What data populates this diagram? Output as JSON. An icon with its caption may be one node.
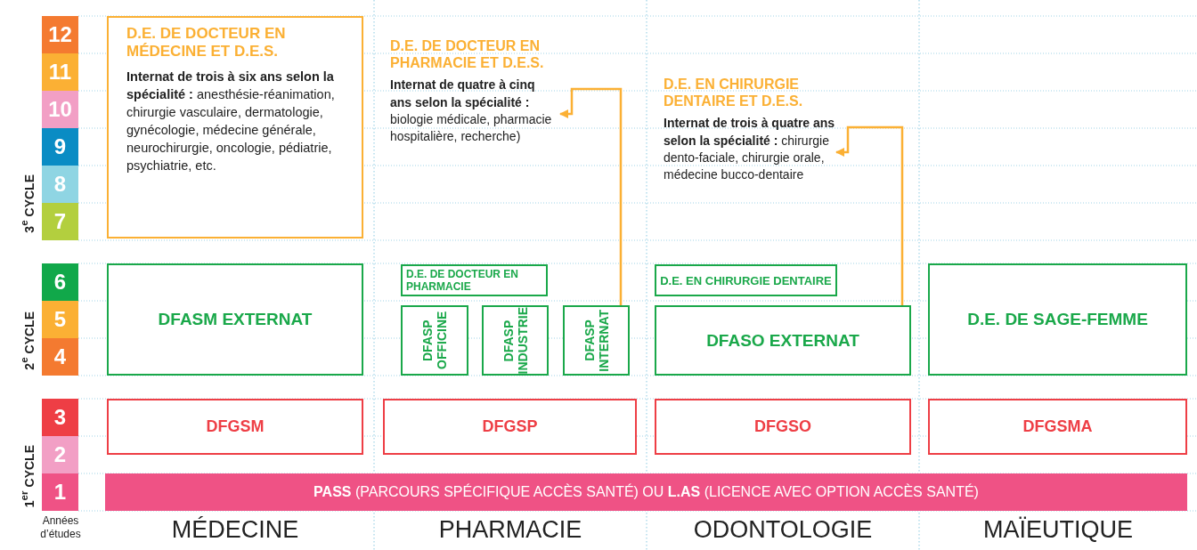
{
  "diagram": {
    "nodes": [
      {
        "text": [
          "12"
        ]
      },
      {
        "text": [
          "11"
        ]
      },
      {
        "text": [
          "10"
        ]
      },
      {
        "text": [
          "9"
        ]
      },
      {
        "text": [
          "8"
        ]
      },
      {
        "text": [
          "7"
        ]
      },
      {
        "text": [
          "D.E. DE DOCTEUR EN MÉDECINE ET D.E.S.",
          "**Internat de trois à six ans selon la spécialité :** anesthésie-réanimation, chirurgie vasculaire, dermatologie, gynécologie, médecine générale, neurochirurgie, oncologie, pédiatrie, psychiatrie, etc."
        ]
      },
      {
        "text": [
          "D.E. DE DOCTEUR EN PHARMACIE ET D.E.S.",
          "**Internat de quatre à cinq ans selon la spécialité :** biologie médicale, pharmacie hospitalière, recherche)"
        ]
      },
      {
        "text": [
          "D.E. EN CHIRURGIE DENTAIRE ET D.E.S.",
          "**Internat de trois à quatre ans selon la spécialité :** chirurgie dento-faciale, chirurgie orale, médecine bucco-dentaire"
        ]
      },
      {
        "text": [
          "6"
        ]
      },
      {
        "text": [
          "5"
        ]
      },
      {
        "text": [
          "4"
        ]
      },
      {
        "text": [
          "DFASM EXTERNAT"
        ]
      },
      {
        "text": [
          "D.E. DE DOCTEUR EN PHARMACIE"
        ]
      },
      {
        "text": [
          "D.E. EN CHIRURGIE DENTAIRE"
        ]
      },
      {
        "text": [
          "D.E. DE SAGE-FEMME"
        ]
      },
      {
        "text": [
          "DFASP OFFICINE"
        ]
      },
      {
        "text": [
          "DFASP INDUSTRIE"
        ]
      },
      {
        "text": [
          "DFASP INTERNAT"
        ]
      },
      {
        "text": [
          "DFASO EXTERNAT"
        ]
      },
      {
        "text": [
          "3"
        ]
      },
      {
        "text": [
          "DFGSM"
        ]
      },
      {
        "text": [
          "DFGSP"
        ]
      },
      {
        "text": [
          "DFGSO"
        ]
      },
      {
        "text": [
          "DFGSMA"
        ]
      },
      {
        "text": [
          "2"
        ]
      },
      {
        "text": [
          "1"
        ]
      },
      {
        "text": [
          "**PASS** (PARCOURS SPÉCIFIQUE ACCÈS SANTÉ) OU **L.AS** (LICENCE AVEC OPTION ACCÈS SANTÉ)"
        ]
      }
    ],
    "edges": [
      {
        "from": 18,
        "to": 7,
        "arrow": "to"
      },
      {
        "from": 19,
        "to": 8,
        "arrow": "to"
      }
    ],
    "labels": [
      "3$^{e}$ CYCLE",
      "2$^{e}$ CYCLE",
      "1$^{er}$ CYCLE",
      "Années d’études",
      "MÉDECINE",
      "PHARMACIE",
      "ODONTOLOGIE",
      "MAÏEUTIQUE"
    ]
  }
}
